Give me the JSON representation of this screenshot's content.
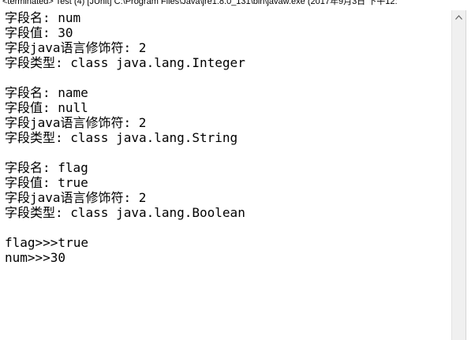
{
  "console": {
    "title": "<terminated> Test (4) [JUnit] C:\\Program Files\\Java\\jre1.8.0_131\\bin\\javaw.exe (2017年9月3日 下午12:",
    "lines": [
      "字段名: num",
      "字段值: 30",
      "字段java语言修饰符: 2",
      "字段类型: class java.lang.Integer",
      "",
      "字段名: name",
      "字段值: null",
      "字段java语言修饰符: 2",
      "字段类型: class java.lang.String",
      "",
      "字段名: flag",
      "字段值: true",
      "字段java语言修饰符: 2",
      "字段类型: class java.lang.Boolean",
      "",
      "flag>>>true",
      "num>>>30"
    ]
  },
  "colors": {
    "background": "#ffffff",
    "text": "#000000",
    "scrollbar_track": "#f0f0f0"
  },
  "icons": {
    "scroll_up": "chevron-up-icon"
  }
}
